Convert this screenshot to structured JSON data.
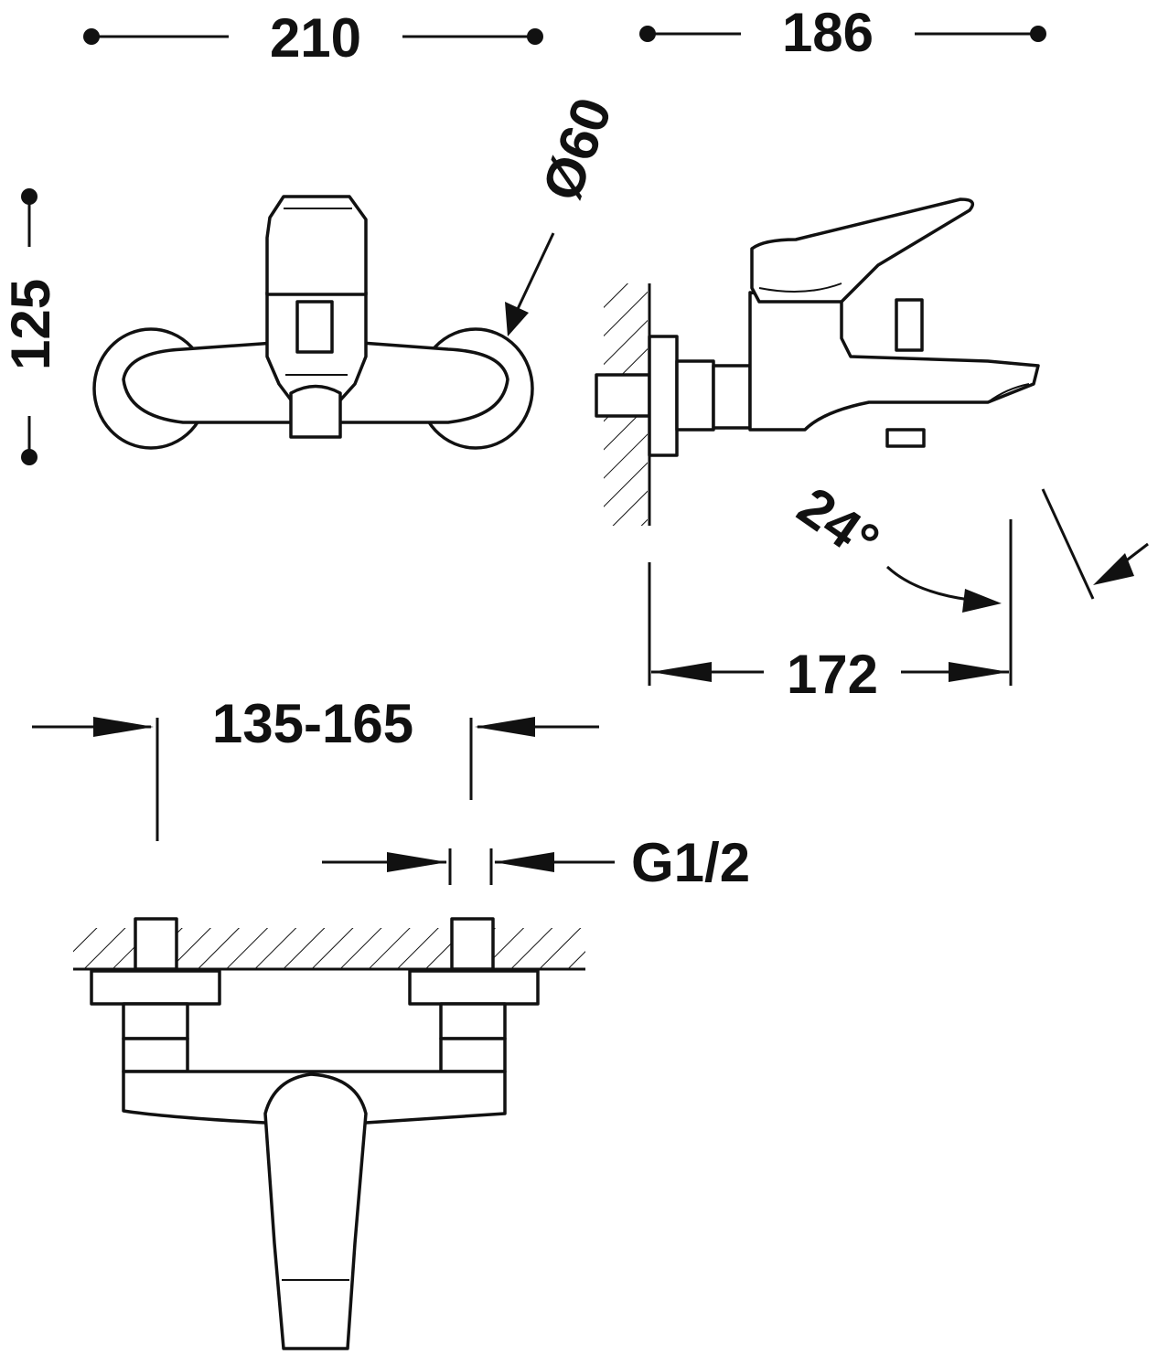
{
  "dimensions": {
    "overall_width": "210",
    "overall_depth": "186",
    "height": "125",
    "diameter": "Ø60",
    "angle": "24°",
    "spout_reach": "172",
    "center_distance": "135-165",
    "connection_thread": "G1/2"
  },
  "colors": {
    "line": "#111111",
    "background": "#ffffff"
  }
}
